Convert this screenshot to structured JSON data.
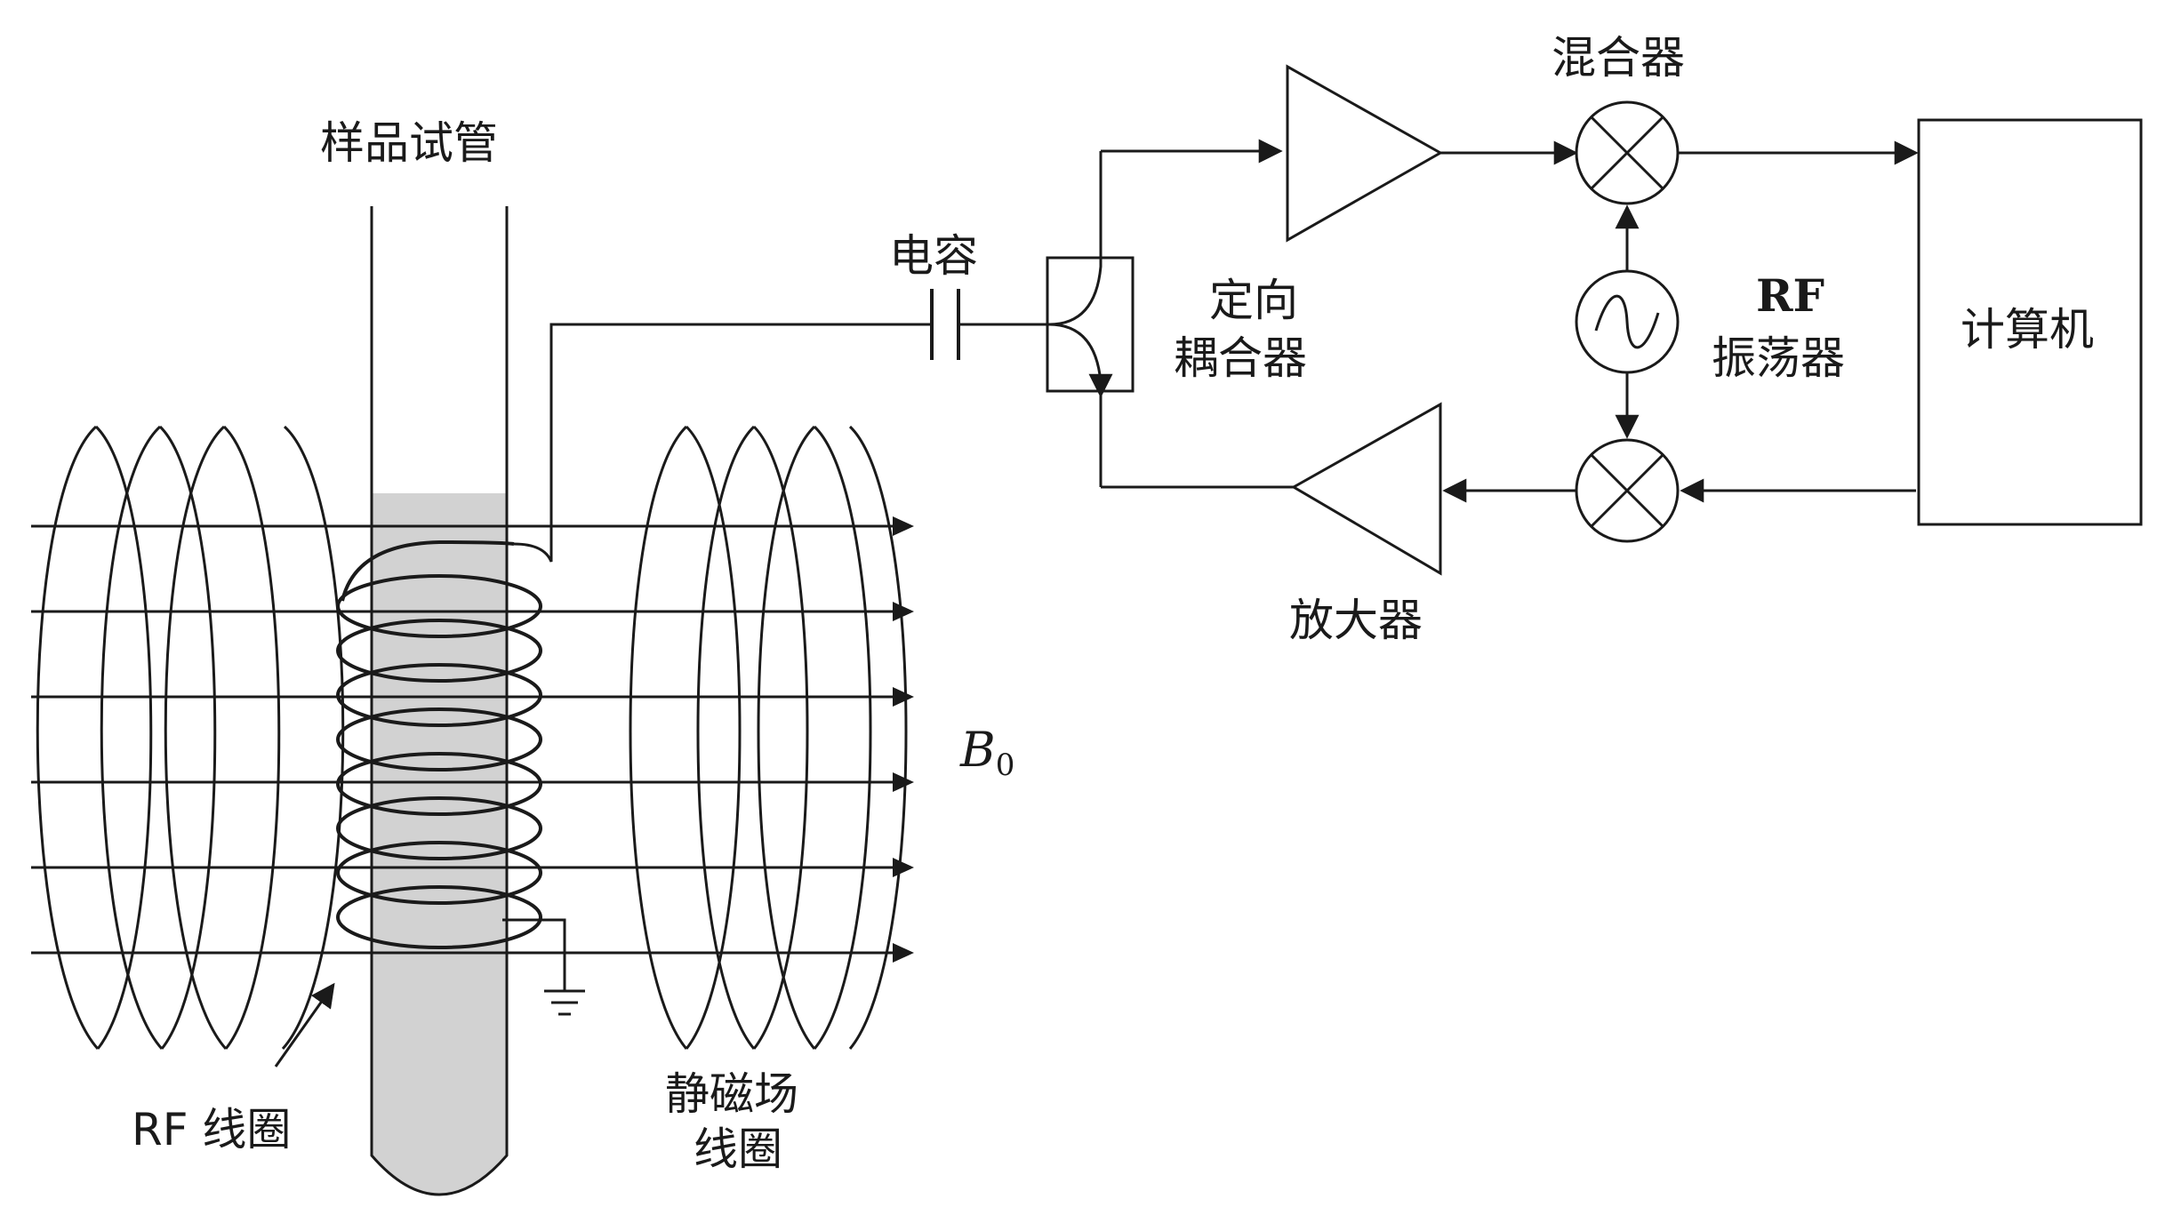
{
  "title": "NMR spectrometer schematic",
  "labels": {
    "sample_tube": "样品试管",
    "capacitor": "电容",
    "directional_coupler_line1": "定向",
    "directional_coupler_line2": "耦合器",
    "mixer": "混合器",
    "rf_oscillator_line1": "RF",
    "rf_oscillator_line2": "振荡器",
    "computer": "计算机",
    "amplifier": "放大器",
    "b0_main": "B",
    "b0_sub": "0",
    "rf_coil": "RF 线圈",
    "static_coil_line1": "静磁场",
    "static_coil_line2": "线圈"
  },
  "field_line_count": 6,
  "rf_coil_turns": 8,
  "colors": {
    "line": "#1a1a1a",
    "sample_fill": "#d2d2d2",
    "background": "#ffffff"
  }
}
